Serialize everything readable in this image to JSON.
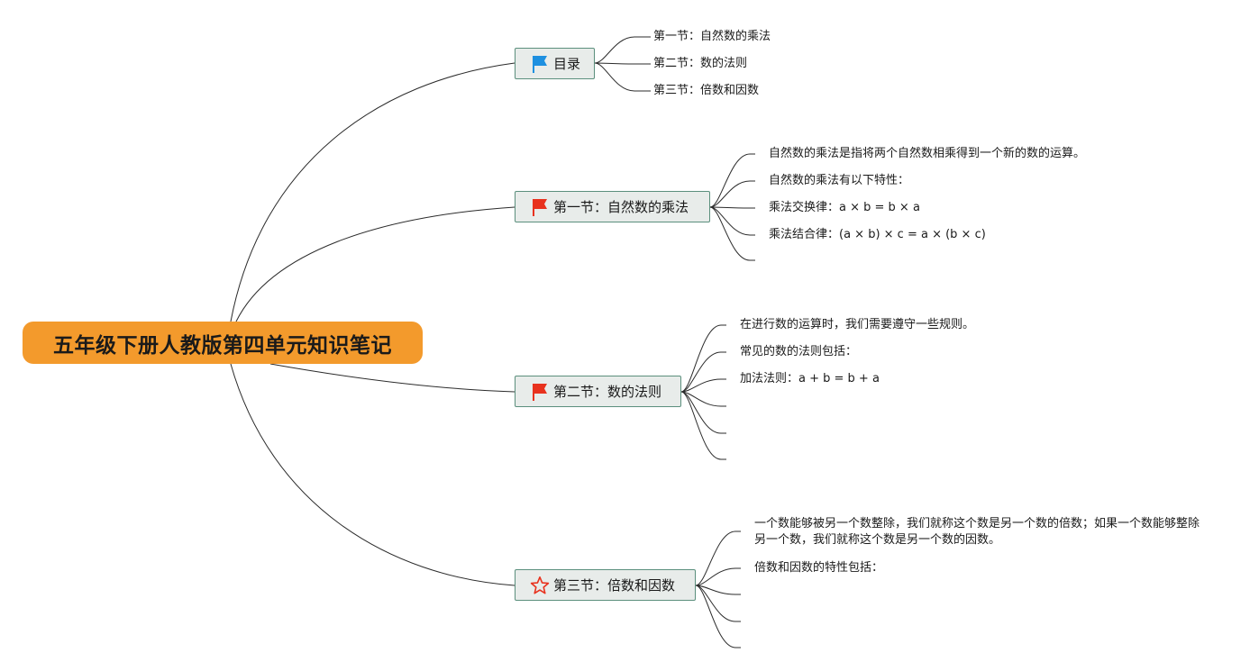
{
  "root": {
    "title": "五年级下册人教版第四单元知识笔记",
    "color": "#f39a2c"
  },
  "branches": [
    {
      "label": "目录",
      "icon": "blue-flag-icon",
      "icon_color": "#1e90e0",
      "items": [
        "第一节：自然数的乘法",
        "第二节：数的法则",
        "第三节：倍数和因数"
      ]
    },
    {
      "label": "第一节：自然数的乘法",
      "icon": "red-flag-icon",
      "icon_color": "#e8321e",
      "items": [
        "自然数的乘法是指将两个自然数相乘得到一个新的数的运算。",
        "自然数的乘法有以下特性：",
        "乘法交换律：a × b = b × a",
        "乘法结合律：(a × b) × c = a × (b × c)",
        ""
      ]
    },
    {
      "label": "第二节：数的法则",
      "icon": "red-flag-icon",
      "icon_color": "#e8321e",
      "items": [
        "在进行数的运算时，我们需要遵守一些规则。",
        "常见的数的法则包括：",
        "加法法则：a + b = b + a",
        "",
        "",
        ""
      ]
    },
    {
      "label": "第三节：倍数和因数",
      "icon": "red-star-icon",
      "icon_color": "#e8321e",
      "items": [
        "一个数能够被另一个数整除，我们就称这个数是另一个数的倍数；如果一个数能够整除另一个数，我们就称这个数是另一个数的因数。",
        "倍数和因数的特性包括：",
        "",
        "",
        ""
      ]
    }
  ]
}
